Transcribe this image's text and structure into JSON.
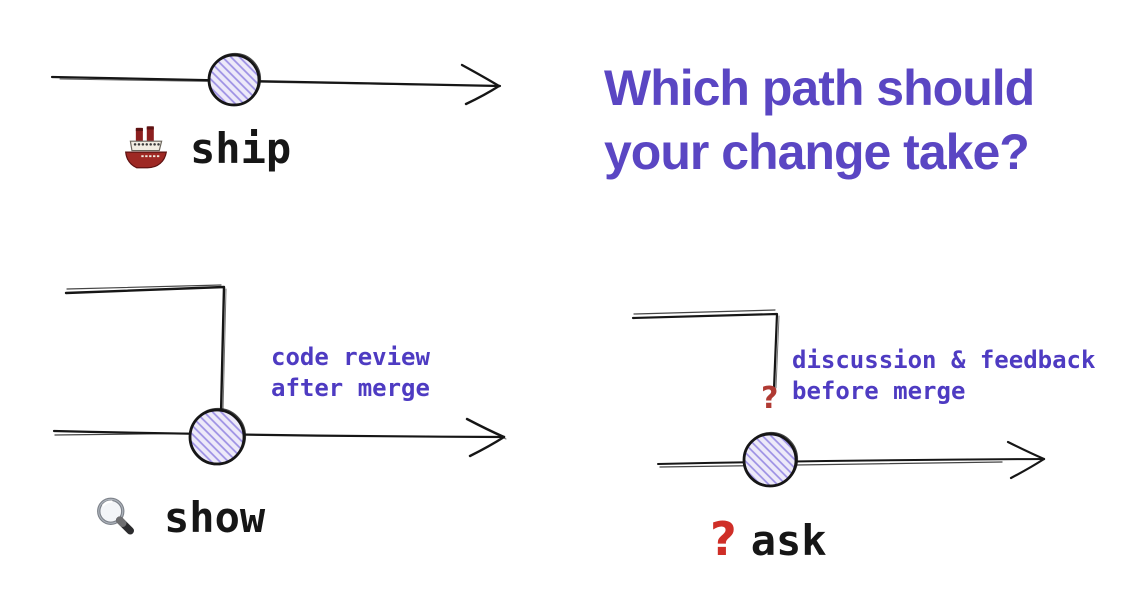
{
  "title": {
    "line1": "Which path should",
    "line2": "your change take?"
  },
  "options": {
    "ship": {
      "label": "ship",
      "icon": "ship-emoji-icon"
    },
    "show": {
      "label": "show",
      "icon": "magnifying-glass-icon",
      "annotation_line1": "code review",
      "annotation_line2": "after merge"
    },
    "ask": {
      "label": "ask",
      "icon": "red-question-mark-icon",
      "label_prefix": "?",
      "branch_marker": "?",
      "annotation_line1": "discussion & feedback",
      "annotation_line2": "before merge"
    }
  },
  "colors": {
    "title_purple": "#5a46c3",
    "annotation_purple": "#4e3bc2",
    "question_red": "#cf2e27",
    "branch_question_red": "#b03a33",
    "commit_node_fill": "#edeaf9",
    "commit_node_hatch": "#9b8fe4",
    "ink": "#161616"
  }
}
